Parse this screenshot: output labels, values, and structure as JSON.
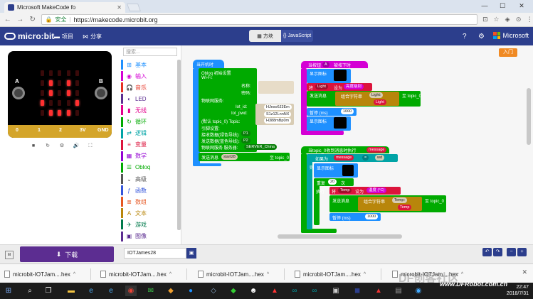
{
  "browser": {
    "tab_title": "Microsoft MakeCode fo",
    "security_label": "安全",
    "url": "https://makecode.microbit.org",
    "window_controls": [
      "—",
      "☐",
      "✕"
    ]
  },
  "header": {
    "logo_text": "micro:bit",
    "projects_label": "项目",
    "share_label": "分享",
    "blocks_label": "方块",
    "javascript_label": "JavaScript",
    "brand": "Microsoft",
    "accent": "#2c3e8c"
  },
  "simulator": {
    "button_a": "A",
    "button_b": "B",
    "pins": [
      "0",
      "1",
      "2",
      "3V",
      "GND"
    ],
    "led_matrix": [
      [
        0,
        0,
        0,
        0,
        0
      ],
      [
        0,
        1,
        0,
        1,
        0
      ],
      [
        0,
        1,
        0,
        1,
        0
      ],
      [
        1,
        0,
        0,
        0,
        1
      ],
      [
        0,
        1,
        1,
        1,
        0
      ]
    ],
    "controls": [
      "■",
      "↻",
      "⚙",
      "🔊",
      "⛶"
    ]
  },
  "toolbox": {
    "search_placeholder": "搜索...",
    "categories": [
      {
        "label": "基本",
        "icon": "⊞",
        "color": "#1e90ff"
      },
      {
        "label": "输入",
        "icon": "◉",
        "color": "#d400d4"
      },
      {
        "label": "音乐",
        "icon": "🎧",
        "color": "#e63022"
      },
      {
        "label": "LED",
        "icon": "◐",
        "color": "#5c2d91"
      },
      {
        "label": "无线",
        "icon": "▮",
        "color": "#e3008c"
      },
      {
        "label": "循环",
        "icon": "↻",
        "color": "#00aa00"
      },
      {
        "label": "逻辑",
        "icon": "⇄",
        "color": "#00a4a6"
      },
      {
        "label": "变量",
        "icon": "≡",
        "color": "#dc143c"
      },
      {
        "label": "数学",
        "icon": "▦",
        "color": "#9400d3"
      },
      {
        "label": "Obloq",
        "icon": "☰",
        "color": "#00aa00"
      },
      {
        "label": "高级",
        "icon": "⌄",
        "color": "#555555"
      },
      {
        "label": "函数",
        "icon": "ƒ",
        "color": "#3455db"
      },
      {
        "label": "数组",
        "icon": "≣",
        "color": "#e65722"
      },
      {
        "label": "文本",
        "icon": "A",
        "color": "#b8860b"
      },
      {
        "label": "游戏",
        "icon": "✈",
        "color": "#007a4b"
      },
      {
        "label": "图像",
        "icon": "▣",
        "color": "#5c2d91"
      }
    ]
  },
  "workspace": {
    "language_button": "入门",
    "start_block": {
      "hat": "当开机时",
      "obloq_title": "Obloq 初始设置",
      "wifi": "Wi-Fi:",
      "name_label": "名称:",
      "password_label": "密码:",
      "iot_service": "物联网服务:",
      "iot_id_label": "Iot_id:",
      "iot_id_value": "HJeso6J3Em",
      "iot_pwd_label": "Iot_pwd:",
      "iot_pwd_value": "S1z12LnnNX",
      "topic_label": "(默认 topic_0) Topic:",
      "topic_value": "H388mBp0m",
      "pin_setup": "引脚设置:",
      "rx_label": "接收数据(绿色导线):",
      "rx_value": "P1",
      "tx_label": "发送数据(蓝色导线):",
      "tx_value": "P2",
      "server_label": "物联网服务 服务器:",
      "server_value": "SERVER_China",
      "send_label": "发送消息",
      "send_value": "start28",
      "send_topic": "至 topic_0"
    },
    "button_block": {
      "hat": "当按钮",
      "hat_value": "A",
      "hat_suffix": "被按下时",
      "show_icon": "显示图标",
      "set_label": "将",
      "set_var": "Light",
      "set_to": "设为",
      "light_level": "亮度级别",
      "send_label": "发送消息",
      "join_label": "组合字符串",
      "join_str": "Light:",
      "join_var": "Light",
      "send_topic": "至 topic_0",
      "pause_label": "暂停 (ms)",
      "pause_value": "1000",
      "show_icon2": "显示图标"
    },
    "message_block": {
      "hat": "当topic_0收到消息时执行",
      "hat_var": "message",
      "if_label": "如果为",
      "cmp_var": "message",
      "cmp_op": "=",
      "cmp_val": "wd",
      "then_label": "则",
      "show_icon": "显示图标",
      "repeat_label": "重复",
      "repeat_count": "20",
      "repeat_unit": "次",
      "do_label": "执行",
      "set_label": "将",
      "set_var": "Temp",
      "set_to": "设为",
      "temp_label": "温度 (°C)",
      "send_label": "发送消息",
      "join_label": "组合字符串",
      "join_str": "Temp:",
      "join_var": "Temp",
      "send_topic": "至 topic_0",
      "pause_label": "暂停 (ms)",
      "pause_value": "1000"
    }
  },
  "bottom": {
    "download_label": "下载",
    "project_name": "IOTJames28",
    "undo": "↶",
    "redo": "↷",
    "zoom_out": "−",
    "zoom_in": "+"
  },
  "downloads": {
    "items": [
      "microbit-IOTJam....hex",
      "microbit-IOTJam....hex",
      "microbit-IOTJam....hex",
      "microbit-IOTJam....hex",
      "microbit-IOTJam....hex"
    ],
    "close": "✕"
  },
  "taskbar": {
    "time": "22:47",
    "date": "2018/7/31"
  },
  "watermark": {
    "cn": "DF创客社区",
    "url": "www.DFRobot.com.cn"
  }
}
